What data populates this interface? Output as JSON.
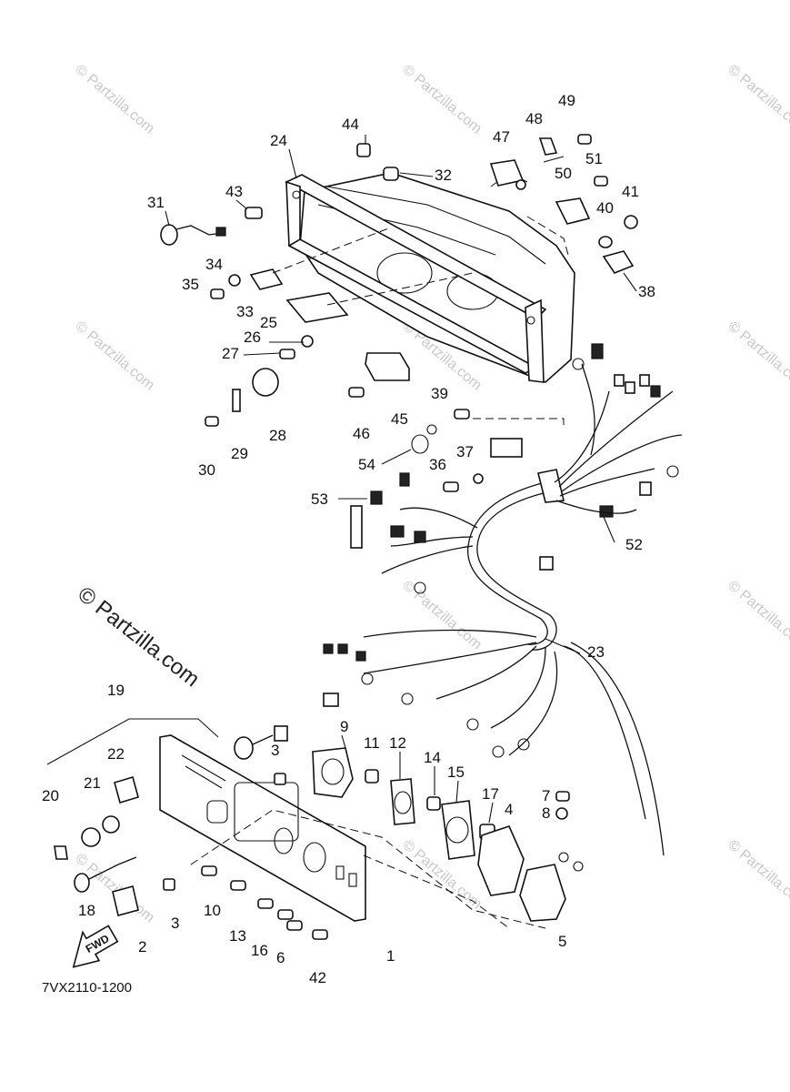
{
  "watermark": {
    "symbol": "©",
    "text": "Partzilla.com",
    "color": "#c9c9c9"
  },
  "drawing_code": "7VX2110-1200",
  "fwd_label": "FWD",
  "part_labels": [
    "1",
    "2",
    "3",
    "3",
    "4",
    "5",
    "6",
    "7",
    "8",
    "9",
    "11",
    "10",
    "12",
    "13",
    "14",
    "15",
    "16",
    "17",
    "18",
    "19",
    "20",
    "21",
    "22",
    "23",
    "24",
    "25",
    "26",
    "27",
    "28",
    "29",
    "30",
    "31",
    "32",
    "33",
    "34",
    "35",
    "36",
    "37",
    "38",
    "39",
    "40",
    "41",
    "42",
    "43",
    "44",
    "45",
    "46",
    "47",
    "48",
    "49",
    "50",
    "51",
    "52",
    "53",
    "54"
  ]
}
